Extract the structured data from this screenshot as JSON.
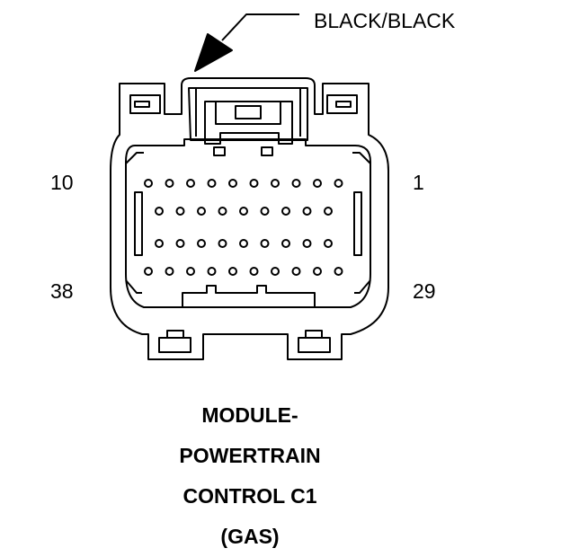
{
  "callout": {
    "text": "BLACK/BLACK"
  },
  "pin_labels": {
    "top_left": "10",
    "top_right": "1",
    "bottom_left": "38",
    "bottom_right": "29"
  },
  "title": {
    "line1": "MODULE-",
    "line2": "POWERTRAIN",
    "line3": "CONTROL C1",
    "line4": "(GAS)"
  },
  "colors": {
    "line": "#000000",
    "background": "#ffffff"
  }
}
